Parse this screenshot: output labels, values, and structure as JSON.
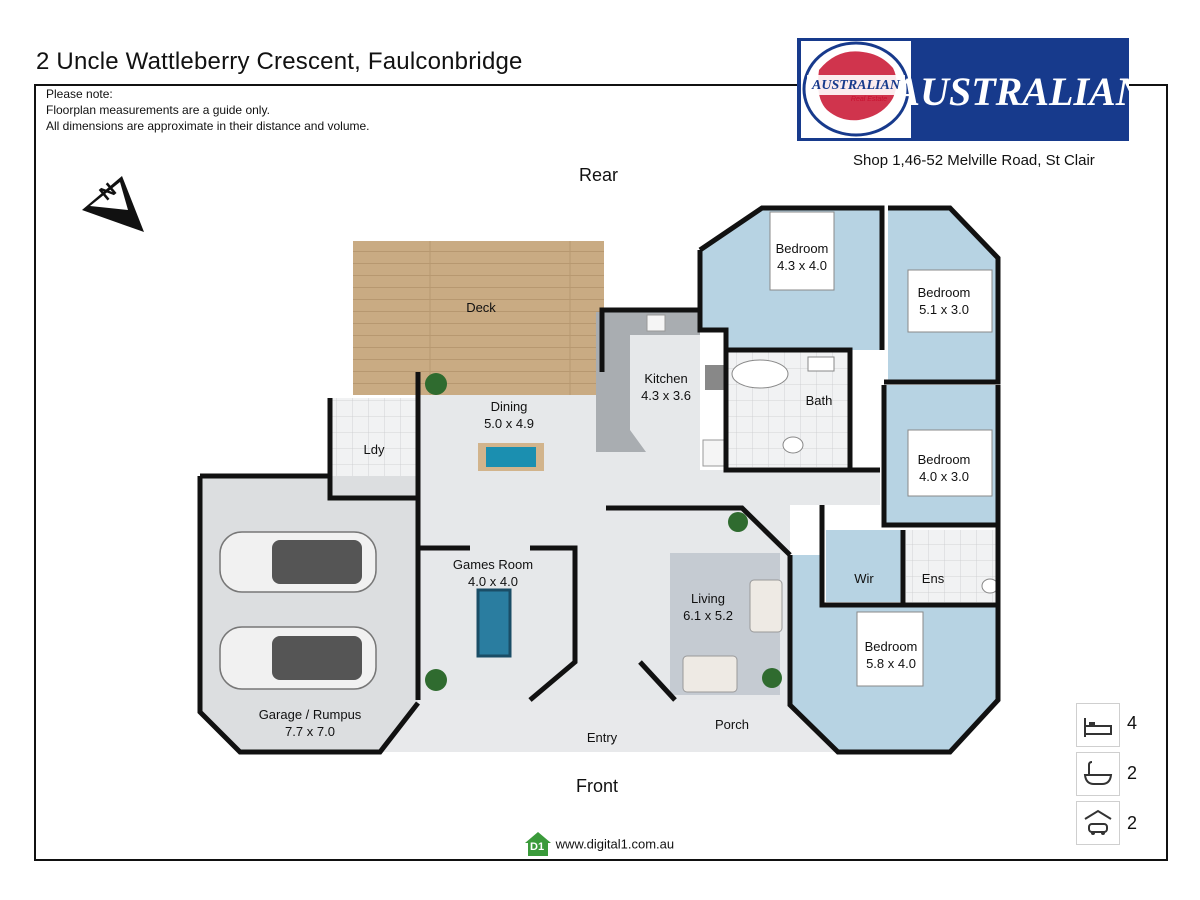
{
  "header": {
    "title": "2 Uncle Wattleberry Crescent, Faulconbridge",
    "note_heading": "Please note:",
    "note_line1": "Floorplan measurements are a guide only.",
    "note_line2": "All dimensions are approximate in their distance and volume."
  },
  "agency": {
    "logo_small_text": "AUSTRALIAN",
    "logo_sub_text": "Real Estate",
    "logo_big_text": "AUSTRALIAN",
    "address": "Shop 1,46-52 Melville Road, St Clair",
    "brand_color": "#173a8c"
  },
  "orientation": {
    "compass_letter": "N",
    "rear": "Rear",
    "front": "Front"
  },
  "rooms": {
    "deck": {
      "name": "Deck"
    },
    "kitchen": {
      "name": "Kitchen",
      "size": "4.3 x 3.6"
    },
    "dining": {
      "name": "Dining",
      "size": "5.0 x 4.9"
    },
    "laundry": {
      "name": "Ldy"
    },
    "games": {
      "name": "Games Room",
      "size": "4.0 x 4.0"
    },
    "living": {
      "name": "Living",
      "size": "6.1 x 5.2"
    },
    "garage": {
      "name": "Garage / Rumpus",
      "size": "7.7 x 7.0"
    },
    "bed1": {
      "name": "Bedroom",
      "size": "4.3 x 4.0"
    },
    "bed2": {
      "name": "Bedroom",
      "size": "5.1 x 3.0"
    },
    "bed3": {
      "name": "Bedroom",
      "size": "4.0 x 3.0"
    },
    "bed4": {
      "name": "Bedroom",
      "size": "5.8 x 4.0"
    },
    "bath": {
      "name": "Bath"
    },
    "wir": {
      "name": "Wir"
    },
    "ens": {
      "name": "Ens"
    },
    "entry": {
      "name": "Entry"
    },
    "porch": {
      "name": "Porch"
    }
  },
  "stats": {
    "bedrooms": "4",
    "bathrooms": "2",
    "garage": "2",
    "bed_icon": "bed-icon",
    "bath_icon": "bathtub-icon",
    "car_icon": "garage-car-icon"
  },
  "footer": {
    "badge": "D1",
    "website": "www.digital1.com.au"
  },
  "colors": {
    "bedroom_fill": "#b7d3e3",
    "floor_fill": "#e6e8ea",
    "wall": "#111111",
    "deck_fill": "#c9ab83",
    "pool_table": "#1b8fb0",
    "green_badge": "#3a9a3a"
  }
}
